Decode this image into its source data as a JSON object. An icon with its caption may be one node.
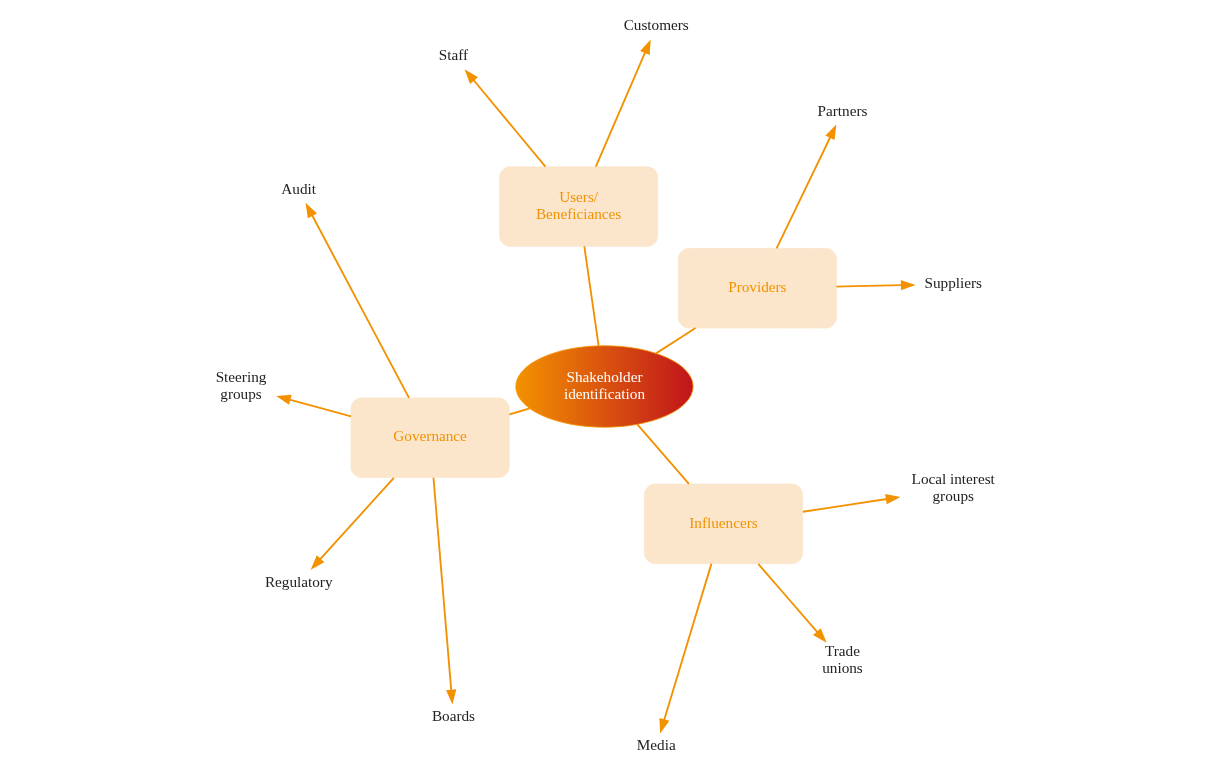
{
  "diagram": {
    "nodes": [
      {
        "text": [
          "Shakeholder identification"
        ]
      },
      {
        "text": [
          "Providers"
        ]
      },
      {
        "text": [
          "Users/ Beneficiances"
        ]
      },
      {
        "text": [
          "Governance"
        ]
      },
      {
        "text": [
          "Influencers"
        ]
      },
      {
        "text": [
          "Suppliers"
        ]
      },
      {
        "text": [
          "Partners"
        ]
      },
      {
        "text": [
          "Customers"
        ]
      },
      {
        "text": [
          "Staff"
        ]
      },
      {
        "text": [
          "Audit"
        ]
      },
      {
        "text": [
          "Steering groups"
        ]
      },
      {
        "text": [
          "Regulatory"
        ]
      },
      {
        "text": [
          "Boards"
        ]
      },
      {
        "text": [
          "Media"
        ]
      },
      {
        "text": [
          "Trade unions"
        ]
      },
      {
        "text": [
          "Local interest groups"
        ]
      }
    ],
    "edges": [
      {
        "from": 0,
        "to": 1,
        "arrow": "none"
      },
      {
        "from": 0,
        "to": 2,
        "arrow": "none"
      },
      {
        "from": 0,
        "to": 3,
        "arrow": "none"
      },
      {
        "from": 0,
        "to": 4,
        "arrow": "none"
      },
      {
        "from": 1,
        "to": 5,
        "arrow": "to"
      },
      {
        "from": 1,
        "to": 6,
        "arrow": "to"
      },
      {
        "from": 2,
        "to": 7,
        "arrow": "to"
      },
      {
        "from": 2,
        "to": 8,
        "arrow": "to"
      },
      {
        "from": 3,
        "to": 9,
        "arrow": "to"
      },
      {
        "from": 3,
        "to": 10,
        "arrow": "to"
      },
      {
        "from": 3,
        "to": 11,
        "arrow": "to"
      },
      {
        "from": 3,
        "to": 12,
        "arrow": "to"
      },
      {
        "from": 4,
        "to": 13,
        "arrow": "to"
      },
      {
        "from": 4,
        "to": 14,
        "arrow": "to"
      },
      {
        "from": 4,
        "to": 15,
        "arrow": "to"
      }
    ]
  }
}
